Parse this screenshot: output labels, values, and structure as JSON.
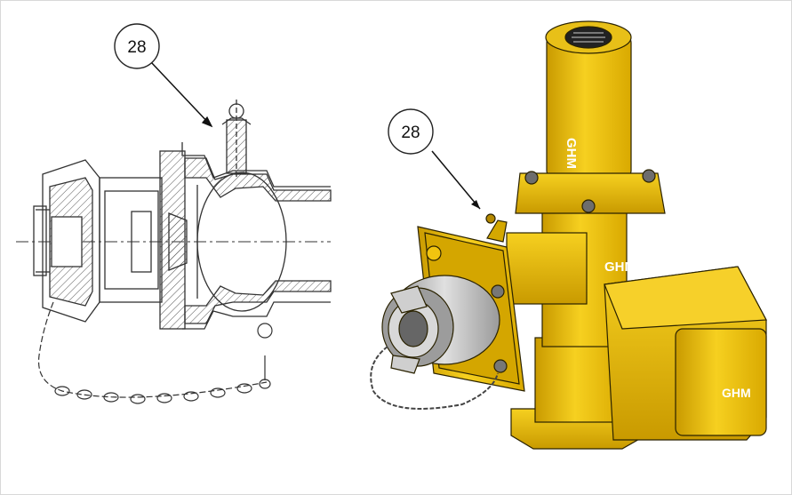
{
  "figure": {
    "left_view": {
      "callout": "28"
    },
    "right_view": {
      "callout": "28",
      "logos": [
        "GHM",
        "GHM",
        "GHM"
      ]
    }
  },
  "colors": {
    "body_yellow": "#f2c511",
    "yellow_dark": "#c99a00",
    "yellow_shadow": "#8a6a00",
    "metal": "#bdbdbd",
    "line": "#333333",
    "hatch": "#555555"
  }
}
